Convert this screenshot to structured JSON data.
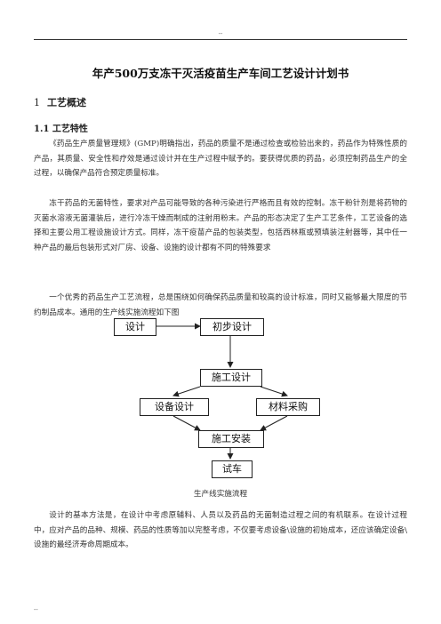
{
  "header": {
    "mark": "--"
  },
  "document": {
    "title": "年产500万支冻干灭活疫苗生产车间工艺设计计划书",
    "section1": {
      "number": "1",
      "title": "工艺概述"
    },
    "section1_1": {
      "title": "1.1 工艺特性"
    },
    "paragraphs": [
      "《药品生产质量管理规》(GMP)明确指出，药品的质量不是通过检查或检验出来的，药品作为特殊性质的产品，其质量、安全性和疗效是通过设计并在生产过程中赋予的。要获得优质的药品，必须控制药品生产的全过程，以确保产品符合预定质量标准。",
      "冻干药品的无菌特性，要求对产品可能导致的各种污染进行严格而且有效的控制。冻干粉针剂是将药物的灭菌水溶液无菌灌装后，进行冷冻干燥而制成的注射用粉末。产品的形态决定了生产工艺条件，工艺设备的选择和主要公用工程设施设计方式。同样，冻干疫苗产品的包装类型，包括西林瓶或预填装注射器等，其中任一种产品的最后包装形式对厂房、设备、设施的设计都有不同的特殊要求",
      "一个优秀的药品生产工艺流程，总是围绕如何确保药品质量和较高的设计标准，同时又能够最大限度的节约制品成本。通用的生产线实施流程如下图",
      "设计的基本方法是，在设计中考虑原辅料、人员以及药品的无菌制造过程之间的有机联系。在设计过程中，应对产品的品种、规模、药品的性质等加以完整考虑，不仅要考虑设备\\设施的初始成本，还应该确定设备\\ 设施的最经济寿命周期成本。"
    ]
  },
  "flowchart": {
    "nodes": {
      "design": "设计",
      "prelim": "初步设计",
      "construct_design": "施工设计",
      "equipment": "设备设计",
      "material": "材料采购",
      "install": "施工安装",
      "trial": "试车"
    },
    "caption": "生产线实施流程"
  },
  "footer": {
    "mark": "--"
  }
}
